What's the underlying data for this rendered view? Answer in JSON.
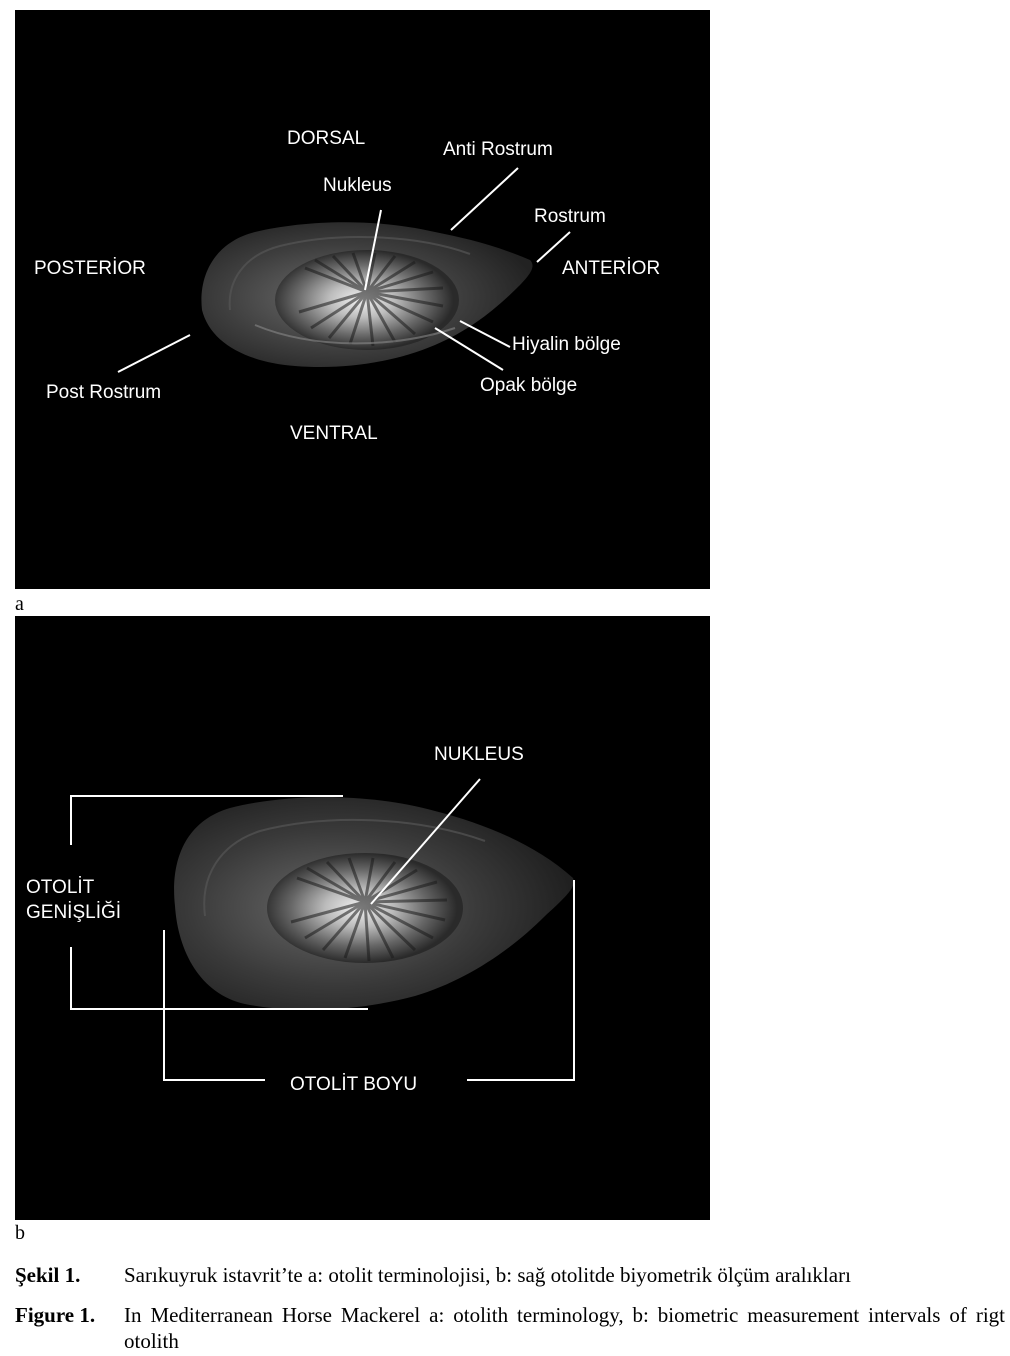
{
  "panel_a": {
    "letter": "a",
    "labels": {
      "dorsal": "DORSAL",
      "ventral": "VENTRAL",
      "posterior": "POSTERİOR",
      "anterior": "ANTERİOR",
      "nucleus": "Nukleus",
      "anti_rostrum": "Anti Rostrum",
      "rostrum": "Rostrum",
      "post_rostrum": "Post Rostrum",
      "hyaline_zone": "Hiyalin bölge",
      "opaque_zone": "Opak bölge"
    }
  },
  "panel_b": {
    "letter": "b",
    "labels": {
      "nucleus": "NUKLEUS",
      "width_line1": "OTOLİT",
      "width_line2": "GENİŞLİĞİ",
      "length": "OTOLİT BOYU"
    }
  },
  "caption": {
    "tr_label": "Şekil 1.",
    "tr_text": "Sarıkuyruk istavrit’te a: otolit terminolojisi, b: sağ otolitde biyometrik ölçüm aralıkları",
    "en_label": "Figure 1.",
    "en_text": "In Mediterranean Horse Mackerel a: otolith terminology, b: biometric measurement intervals of rigt otolith"
  },
  "colors": {
    "photo_background": "#000000",
    "annotation": "#ffffff"
  }
}
